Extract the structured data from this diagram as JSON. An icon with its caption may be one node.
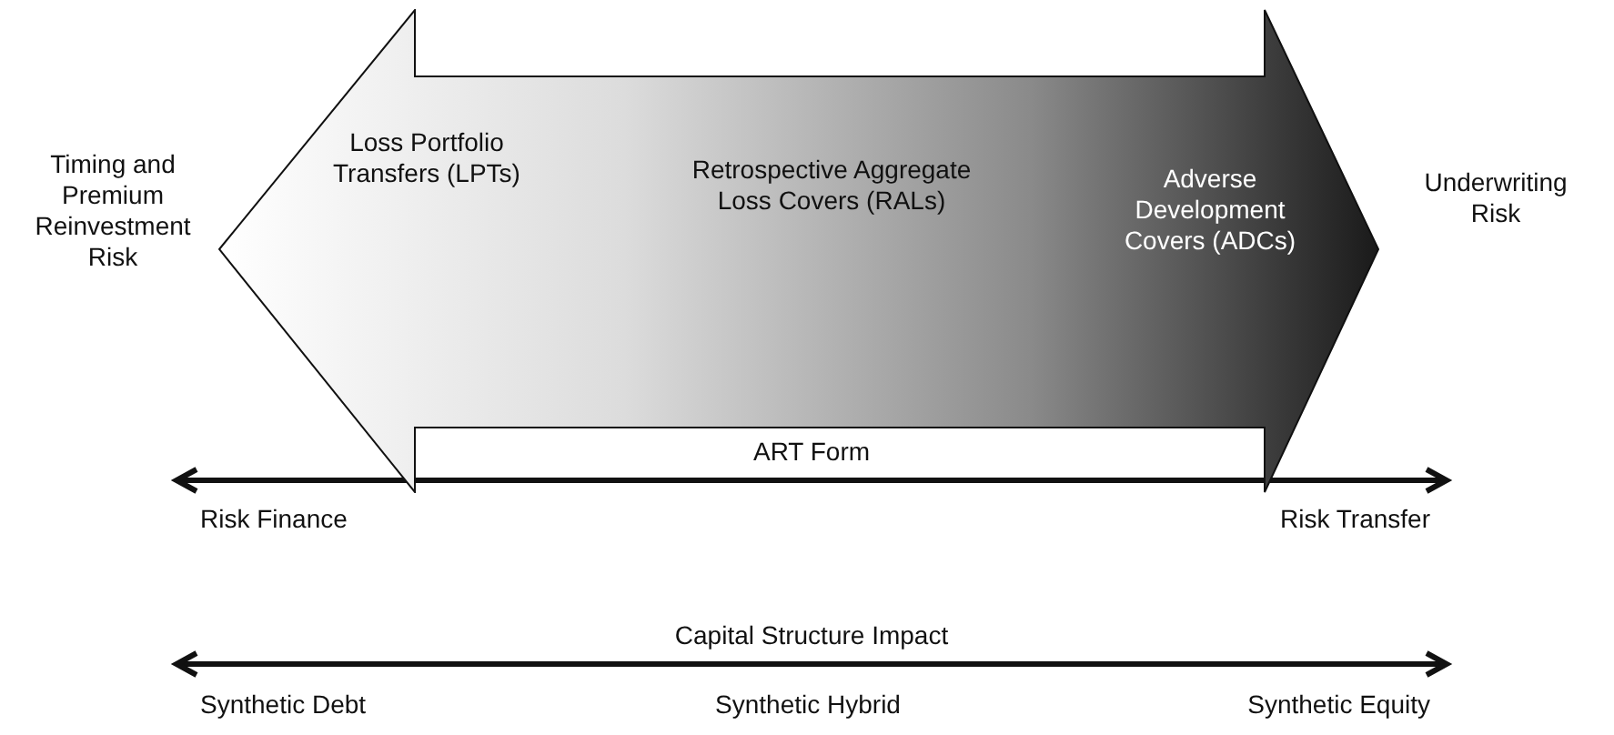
{
  "diagram": {
    "nodes": [
      {
        "text": [
          "Timing and Premium Reinvestment Risk"
        ]
      },
      {
        "text": [
          "Loss Portfolio Transfers (LPTs)",
          "Retrospective Aggregate Loss Covers (RALs)",
          "Adverse Development Covers (ADCs)"
        ]
      },
      {
        "text": [
          "Underwriting Risk"
        ]
      }
    ],
    "labels": [
      "ART Form",
      "Risk Finance",
      "Risk Transfer",
      "Capital Structure Impact",
      "Synthetic Debt",
      "Synthetic Hybrid",
      "Synthetic Equity"
    ]
  }
}
